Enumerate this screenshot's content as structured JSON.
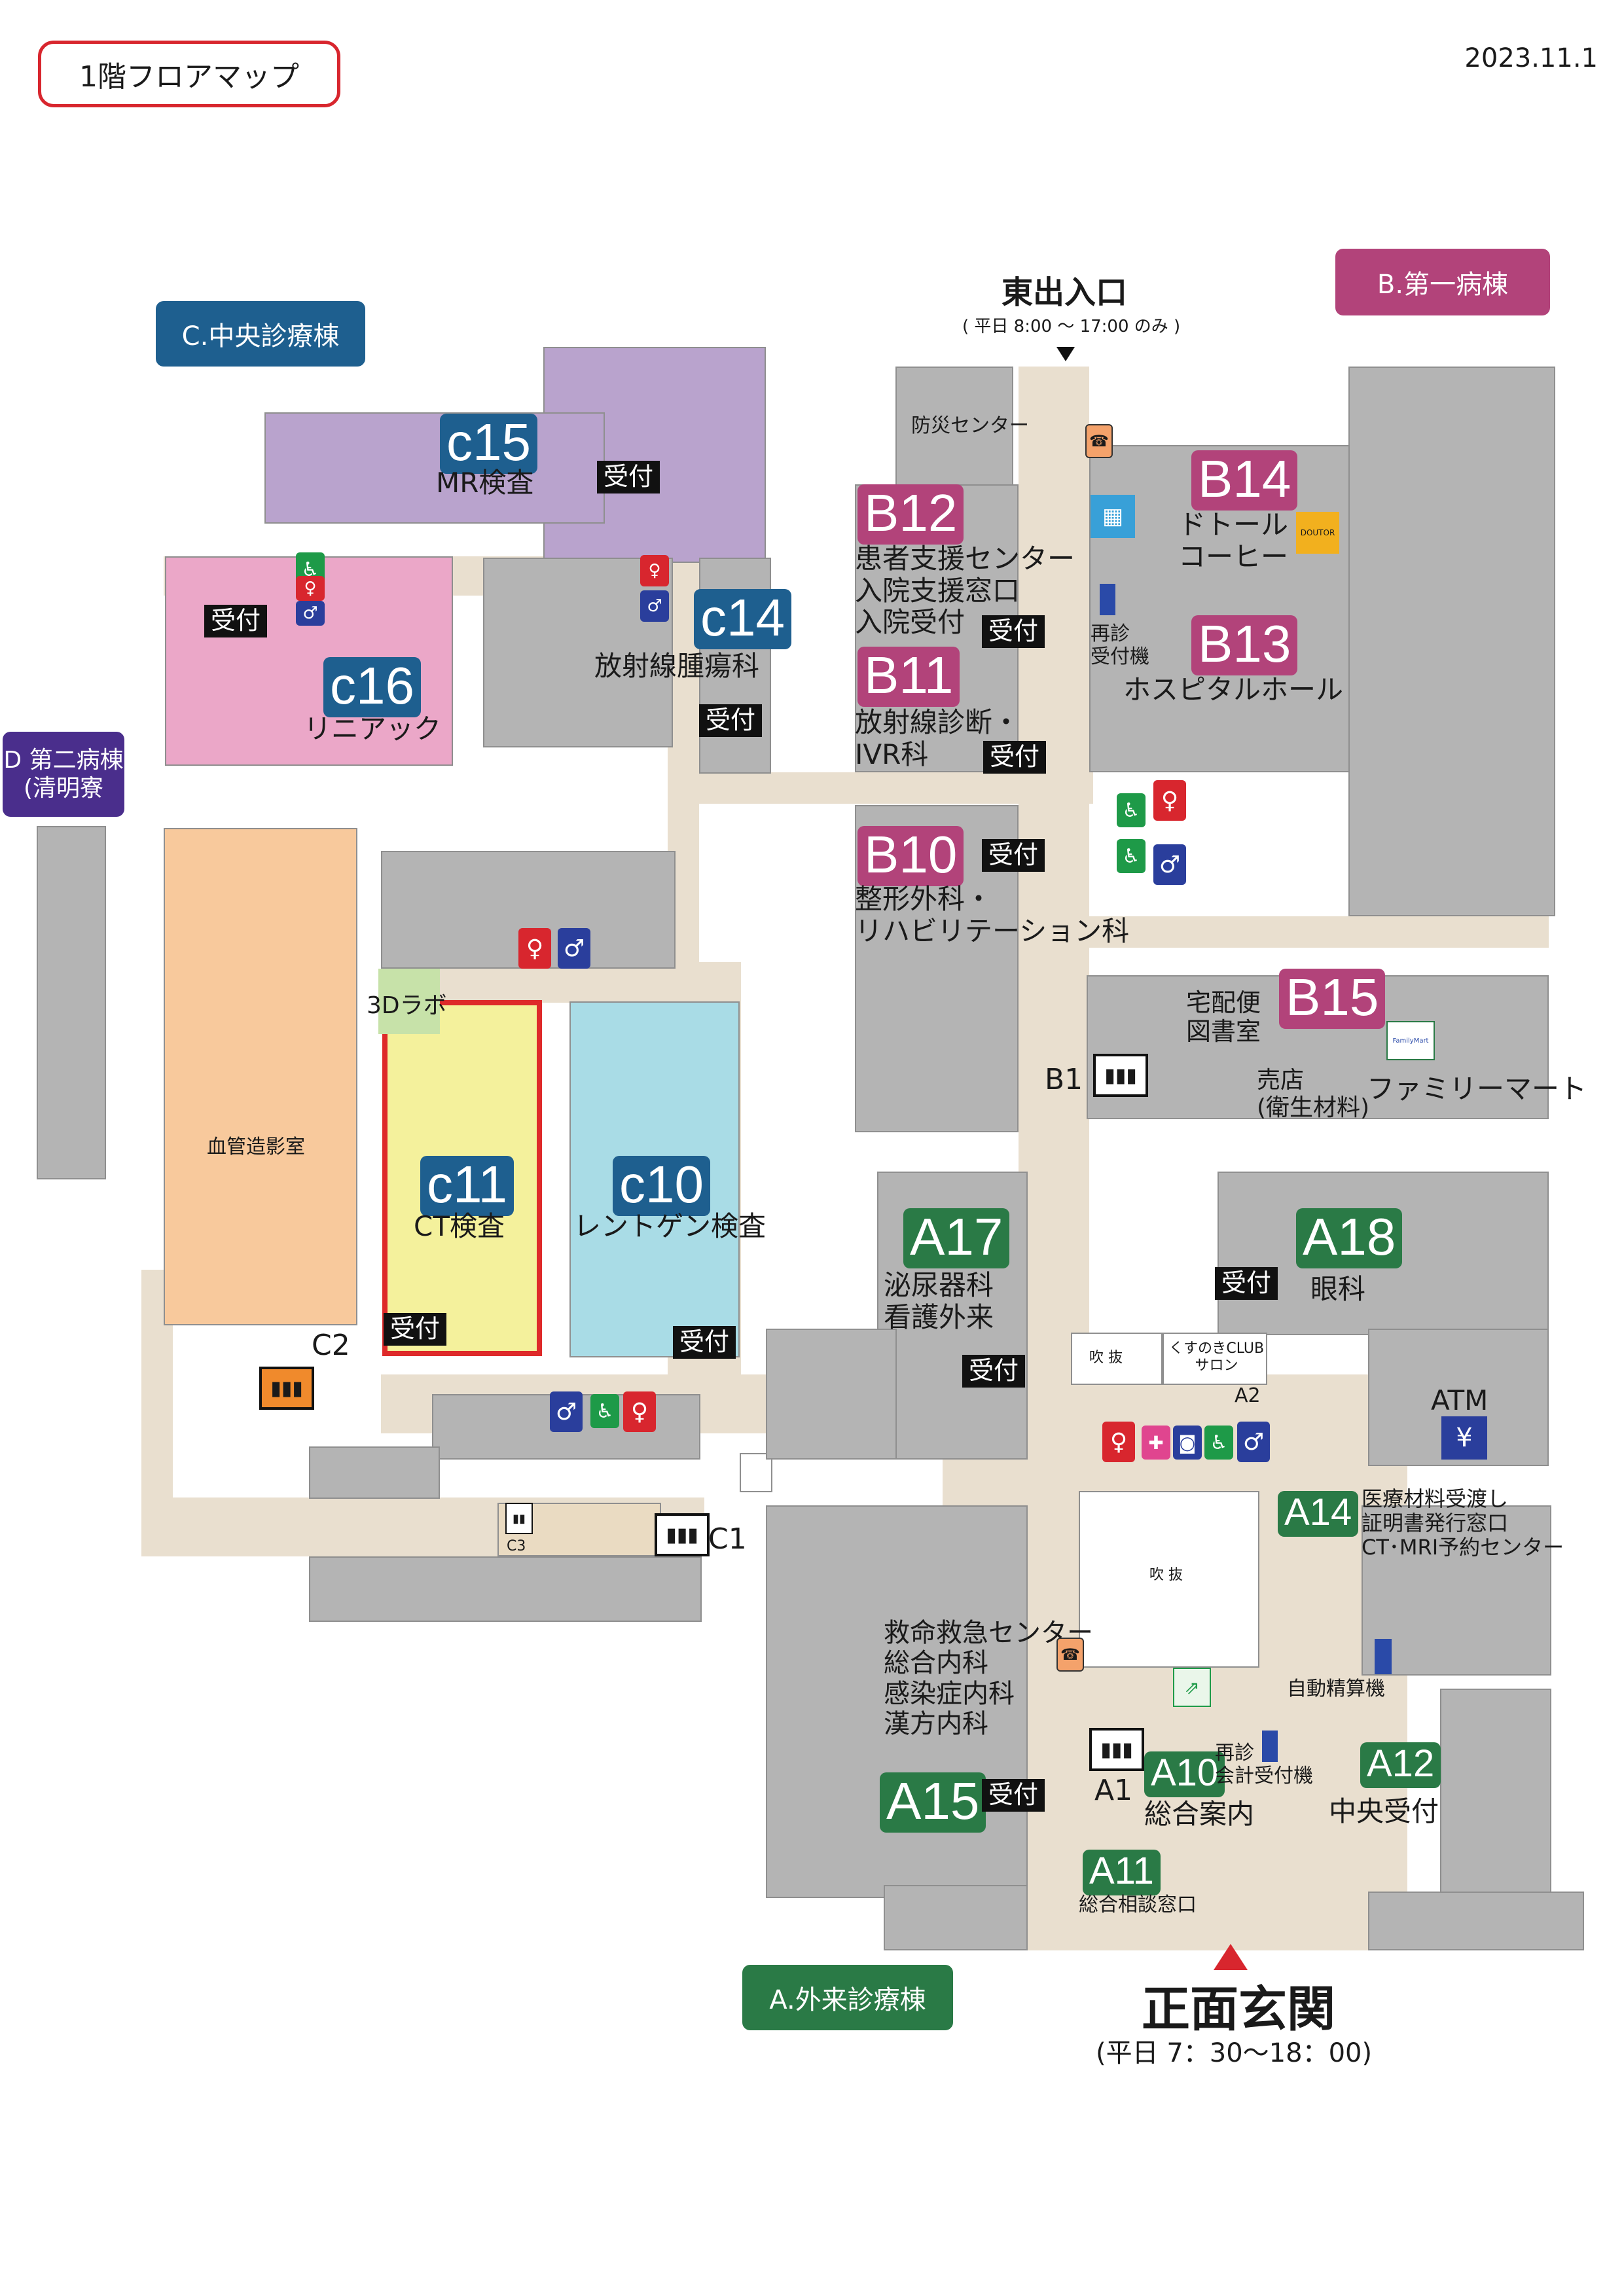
{
  "header": {
    "title": "1階フロアマップ",
    "date": "2023.11.1"
  },
  "wings": {
    "c": {
      "label": "C.中央診療棟",
      "color": "#1e5f8f"
    },
    "b": {
      "label": "B.第一病棟",
      "color": "#b2437a"
    },
    "d": {
      "label": "D 第二病棟\n(清明寮",
      "color": "#4a2e8c"
    },
    "a": {
      "label": "A.外来診療棟",
      "color": "#2a7a46"
    }
  },
  "entrances": {
    "east": {
      "label": "東出入口",
      "hours": "( 平日 8:00 ～ 17:00 のみ )"
    },
    "main": {
      "label": "正面玄関",
      "hours": "(平日 7：30〜18：00)"
    }
  },
  "rooms": {
    "c15": {
      "code": "c15",
      "name": "MR検査"
    },
    "c16": {
      "code": "c16",
      "name": "リニアック"
    },
    "c14": {
      "code": "c14",
      "name": "放射線腫瘍科"
    },
    "c11": {
      "code": "c11",
      "name": "CT検査"
    },
    "c10": {
      "code": "c10",
      "name": "レントゲン検査"
    },
    "angio": {
      "name": "血管造影室"
    },
    "lab3d": {
      "name": "3Dラボ"
    },
    "b12": {
      "code": "B12",
      "name": "患者支援センター\n入院支援窓口\n入院受付"
    },
    "b11": {
      "code": "B11",
      "name": "放射線診断・\nIVR科"
    },
    "b10": {
      "code": "B10",
      "name": "整形外科・\nリハビリテーション科"
    },
    "b14": {
      "code": "B14",
      "name": "ドトール\nコーヒー"
    },
    "b13": {
      "code": "B13",
      "name": "ホスピタルホール"
    },
    "b15": {
      "code": "B15",
      "name": "ファミリーマート"
    },
    "bousai": {
      "name": "防災センター"
    },
    "saishin_b": {
      "name": "再診\n受付機"
    },
    "takuhai": {
      "name": "宅配便\n図書室"
    },
    "baiten": {
      "name": "売店\n(衛生材料)"
    },
    "a17": {
      "code": "A17",
      "name": "泌尿器科\n看護外来"
    },
    "a18": {
      "code": "A18",
      "name": "眼科"
    },
    "a14": {
      "code": "A14",
      "name": "医療材料受渡し\n証明書発行窓口\nCT･MRI予約センター"
    },
    "a15": {
      "code": "A15",
      "name": "救命救急センター\n総合内科\n感染症内科\n漢方内科"
    },
    "a10": {
      "code": "A10",
      "name": "総合案内"
    },
    "a11": {
      "code": "A11",
      "name": "総合相談窓口"
    },
    "a12": {
      "code": "A12",
      "name": "中央受付"
    },
    "saishin_a": {
      "name": "再診\n会計受付機"
    },
    "jidou": {
      "name": "自動精算機"
    },
    "atm": {
      "name": "ATM"
    },
    "kusunoki": {
      "name": "くすのきCLUB\nサロン"
    },
    "fukinuke": {
      "name": "吹 抜"
    }
  },
  "elevators": {
    "c1": "C1",
    "c2": "C2",
    "c3": "C3",
    "a1": "A1",
    "a2": "A2",
    "b1": "B1"
  },
  "reception": "受付",
  "icons": {
    "male": "male-restroom-icon",
    "female": "female-restroom-icon",
    "accessible": "accessible-restroom-icon",
    "phone": "public-phone-icon",
    "escalator": "escalator-icon",
    "elevator": "elevator-icon",
    "yen": "yen-icon",
    "family_mart": "FamilyMart"
  },
  "colors": {
    "accent_red": "#d8262e",
    "corridor": "#e9dfcf",
    "building": "#b4b4b4"
  }
}
